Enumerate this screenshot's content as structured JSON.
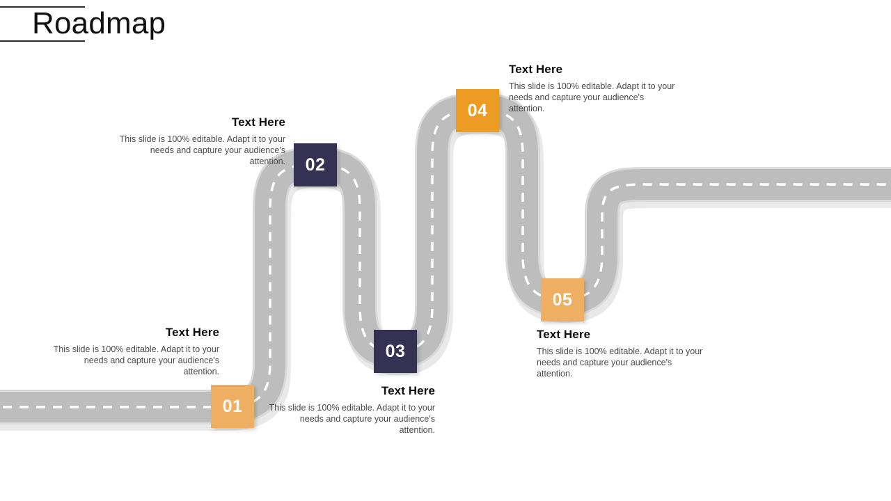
{
  "slide": {
    "title": "Roadmap",
    "background_color": "#ffffff"
  },
  "theme": {
    "orange_light": "#efaf62",
    "orange_dark": "#ec9c23",
    "navy": "#343152",
    "road_fill": "#bdbdbd",
    "road_edge": "#d6d6d6",
    "road_shadow": "#e3e3e3",
    "lane_marking": "#ffffff",
    "heading_color": "#0d0d0d",
    "body_color": "#4a4a4a"
  },
  "steps": [
    {
      "number": "01",
      "badge_color": "#efaf62",
      "heading": "Text Here",
      "body": "This slide is 100% editable. Adapt it to your needs and capture your audience's attention.",
      "align": "right"
    },
    {
      "number": "02",
      "badge_color": "#343152",
      "heading": "Text Here",
      "body": "This slide is 100% editable. Adapt it to your needs and capture your audience's attention.",
      "align": "right"
    },
    {
      "number": "03",
      "badge_color": "#343152",
      "heading": "Text Here",
      "body": "This slide is 100% editable. Adapt it to your needs and capture your audience's attention.",
      "align": "right"
    },
    {
      "number": "04",
      "badge_color": "#ec9c23",
      "heading": "Text Here",
      "body": "This slide is 100% editable. Adapt it to your needs and capture your audience's attention.",
      "align": "left"
    },
    {
      "number": "05",
      "badge_color": "#efaf62",
      "heading": "Text Here",
      "body": "This slide is 100% editable. Adapt it to your needs and capture your audience's attention.",
      "align": "left"
    }
  ]
}
